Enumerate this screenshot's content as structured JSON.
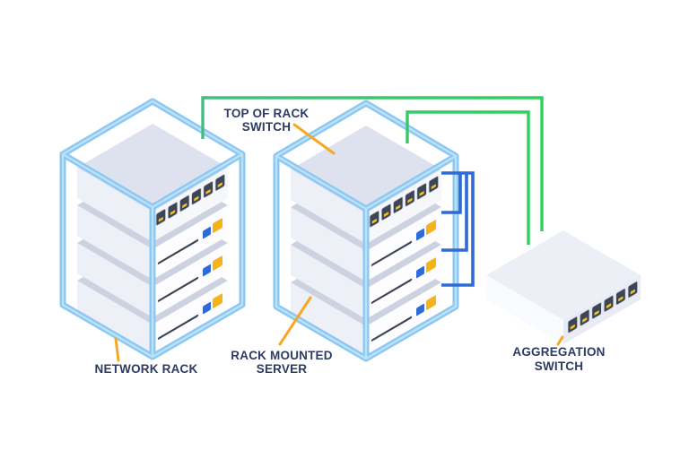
{
  "diagram": {
    "background": "#ffffff",
    "labels": {
      "top_of_rack_switch_line1": "TOP OF RACK",
      "top_of_rack_switch_line2": "SWITCH",
      "network_rack": "NETWORK RACK",
      "rack_mounted_server_line1": "RACK MOUNTED",
      "rack_mounted_server_line2": "SERVER",
      "aggregation_switch_line1": "AGGREGATION",
      "aggregation_switch_line2": "SWITCH"
    },
    "colors": {
      "rack_frame_blue": "#8cc6f2",
      "rack_frame_highlight": "#bfe6fb",
      "cable_blue": "#2e6bd3",
      "uplink_green_start": "#45bd82",
      "uplink_green_end": "#2fd05c",
      "leader_orange": "#f7a823",
      "label_navy": "#2d3b63",
      "led_blue": "#2e6bd8",
      "led_yellow": "#f6b21b",
      "port_dark": "#3d4557",
      "port_slot_yellow": "#f0c420"
    },
    "network_rack": {
      "servers": 3,
      "switch_ports": 6
    },
    "server_rack": {
      "servers": 3,
      "switch_ports": 6
    },
    "aggregation_switch": {
      "ports": 6
    }
  }
}
